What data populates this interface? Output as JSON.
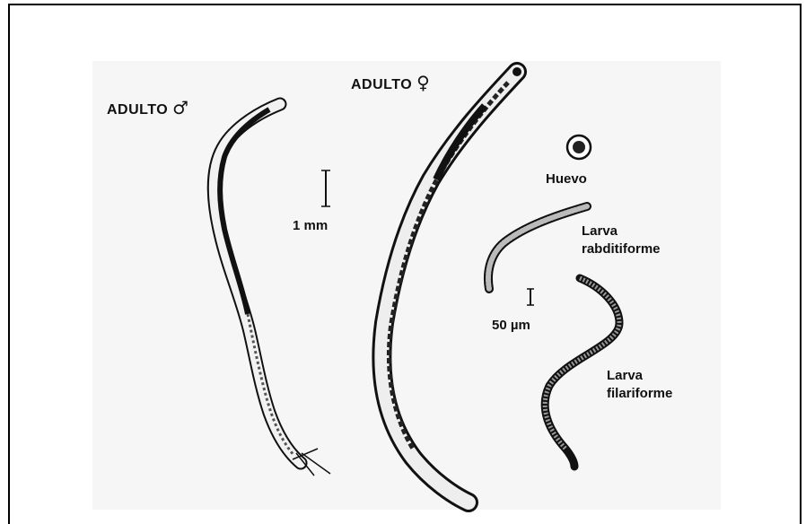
{
  "labels": {
    "adult_male": "ADULTO",
    "male_symbol": "♂",
    "adult_female": "ADULTO",
    "female_symbol": "♀",
    "egg": "Huevo",
    "rhabditiform_line1": "Larva",
    "rhabditiform_line2": "rabditiforme",
    "filariform_line1": "Larva",
    "filariform_line2": "filariforme",
    "scale_adults": "1 mm",
    "scale_larvae": "50 µm"
  }
}
